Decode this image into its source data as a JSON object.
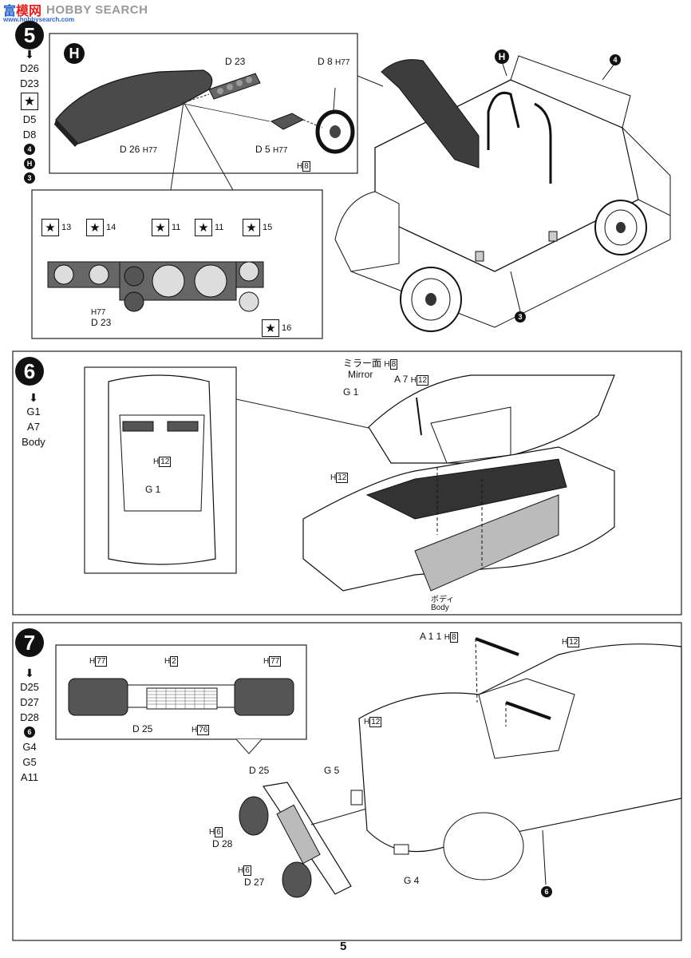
{
  "watermark": {
    "g1": "富",
    "g2": "模网",
    "brand": "HOBBY SEARCH",
    "url": "www.hobbysearch.com"
  },
  "page_number": "5",
  "step5": {
    "number": "5",
    "sequence": [
      "D26",
      "D23",
      "★",
      "D5",
      "D8",
      "4",
      "H",
      "3"
    ],
    "detail_marker": "H",
    "labels": {
      "d23": "D 23",
      "d8": "D 8",
      "d8_color": "77",
      "d26": "D 26",
      "d26_color": "77",
      "d5": "D 5",
      "d5_color": "77",
      "wheel_color": "8",
      "gauge_d23": "D 23",
      "gauge_color": "77"
    },
    "decals": [
      "13",
      "14",
      "11",
      "11",
      "15",
      "16"
    ],
    "callouts": {
      "h": "H",
      "c4": "4",
      "c3": "3"
    }
  },
  "step6": {
    "number": "6",
    "sequence": [
      "G1",
      "A7",
      "Body"
    ],
    "labels": {
      "mirror_jp": "ミラー面",
      "mirror_color": "8",
      "mirror_en": "Mirror",
      "a7": "A 7",
      "a7_color": "12",
      "g1": "G 1",
      "g1_detail": "G 1",
      "h12_left": "12",
      "h12_inset": "12",
      "body_jp": "ボディ",
      "body_en": "Body"
    }
  },
  "step7": {
    "number": "7",
    "sequence": [
      "D25",
      "D27",
      "D28",
      "6",
      "G4",
      "G5",
      "A11"
    ],
    "labels": {
      "h77_left": "77",
      "h2": "2",
      "h77_right": "77",
      "d25_inset": "D 25",
      "h76": "76",
      "a11": "A 1 1",
      "a11_color": "8",
      "a11_h12": "12",
      "hood_h12": "12",
      "d25": "D 25",
      "g5": "G 5",
      "d28": "D 28",
      "d28_color": "6",
      "d27": "D 27",
      "d27_color": "6",
      "g4": "G 4",
      "c6": "6"
    }
  }
}
